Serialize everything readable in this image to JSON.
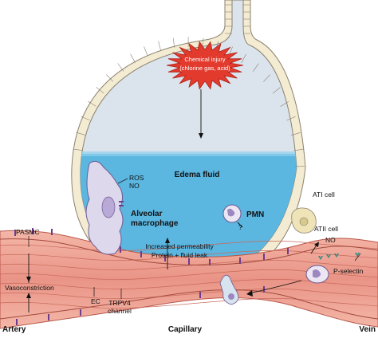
{
  "labels": {
    "injury_line1": "Chemical injury",
    "injury_line2": "(chlorine gas, acid)",
    "edema_fluid": "Edema fluid",
    "ros": "ROS",
    "no_macrophage": "NO",
    "alveolar": "Alveolar",
    "macrophage": "macrophage",
    "pmn": "PMN",
    "question": "?",
    "ati_cell": "ATI cell",
    "atii_cell": "ATII cell",
    "no_vessel": "NO",
    "p_selectin": "P-selectin",
    "pasmc": "PASMC",
    "vasoconstriction": "Vasoconstriction",
    "perm_line1": "Increased permeability",
    "perm_line2": "Protein + fluid leak",
    "ec": "EC",
    "trpv4_line1": "TRPV4",
    "trpv4_line2": "channel",
    "artery": "Artery",
    "capillary": "Capillary",
    "vein": "Vein"
  },
  "colors": {
    "alveolus_fill": "#dbe3ec",
    "edema": "#5bb6e0",
    "epithelium": "#f3ecd2",
    "vessel": "#e79a8e",
    "vessel_light": "#f8d3c4",
    "channel": "#6b3d8c",
    "selectin": "#1f8a86",
    "burst": "#e23b2e"
  }
}
